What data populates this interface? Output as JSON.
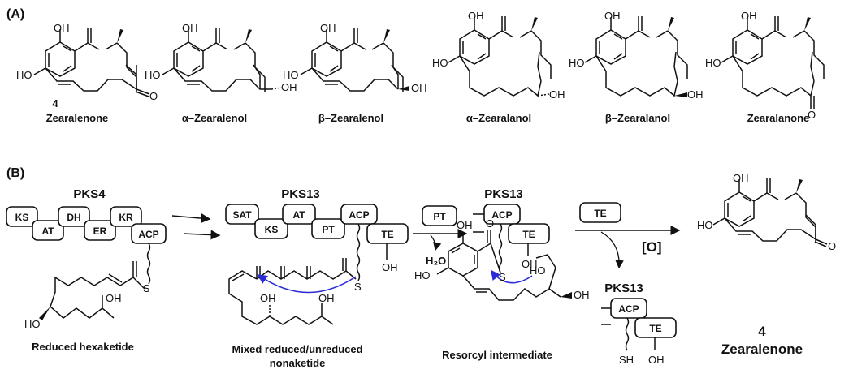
{
  "panelA": {
    "label": "(A)",
    "compounds": [
      {
        "number": "4",
        "name": "Zearalenone"
      },
      {
        "number": "",
        "name": "α–Zearalenol"
      },
      {
        "number": "",
        "name": "β–Zearalenol"
      },
      {
        "number": "",
        "name": "α–Zearalanol"
      },
      {
        "number": "",
        "name": "β–Zearalanol"
      },
      {
        "number": "",
        "name": "Zearalanone"
      }
    ],
    "atoms": {
      "oh": "OH",
      "ho": "HO",
      "o": "O"
    }
  },
  "panelB": {
    "label": "(B)",
    "pks4": {
      "title": "PKS4",
      "domains": [
        "KS",
        "AT",
        "DH",
        "ER",
        "KR",
        "ACP"
      ],
      "s": "S",
      "oh": "OH",
      "ho": "HO",
      "caption": "Reduced hexaketide"
    },
    "pks13a": {
      "title": "PKS13",
      "domains": [
        "SAT",
        "KS",
        "AT",
        "PT",
        "ACP",
        "TE"
      ],
      "s": "S",
      "oh": "OH",
      "caption_line1": "Mixed reduced/unreduced",
      "caption_line2": "nonaketide"
    },
    "pt_step": {
      "domain": "PT",
      "water": "H₂O"
    },
    "pks13b": {
      "title": "PKS13",
      "domains": [
        "ACP",
        "TE"
      ],
      "s": "S",
      "oh": "OH",
      "ho": "HO",
      "o": "O",
      "caption": "Resorcyl intermediate"
    },
    "te_step": {
      "domain": "TE",
      "oxidation": "[O]"
    },
    "pks13c": {
      "title": "PKS13",
      "domains": [
        "ACP",
        "TE"
      ],
      "sh": "SH",
      "oh": "OH"
    },
    "product": {
      "number": "4",
      "name": "Zearalenone"
    }
  }
}
